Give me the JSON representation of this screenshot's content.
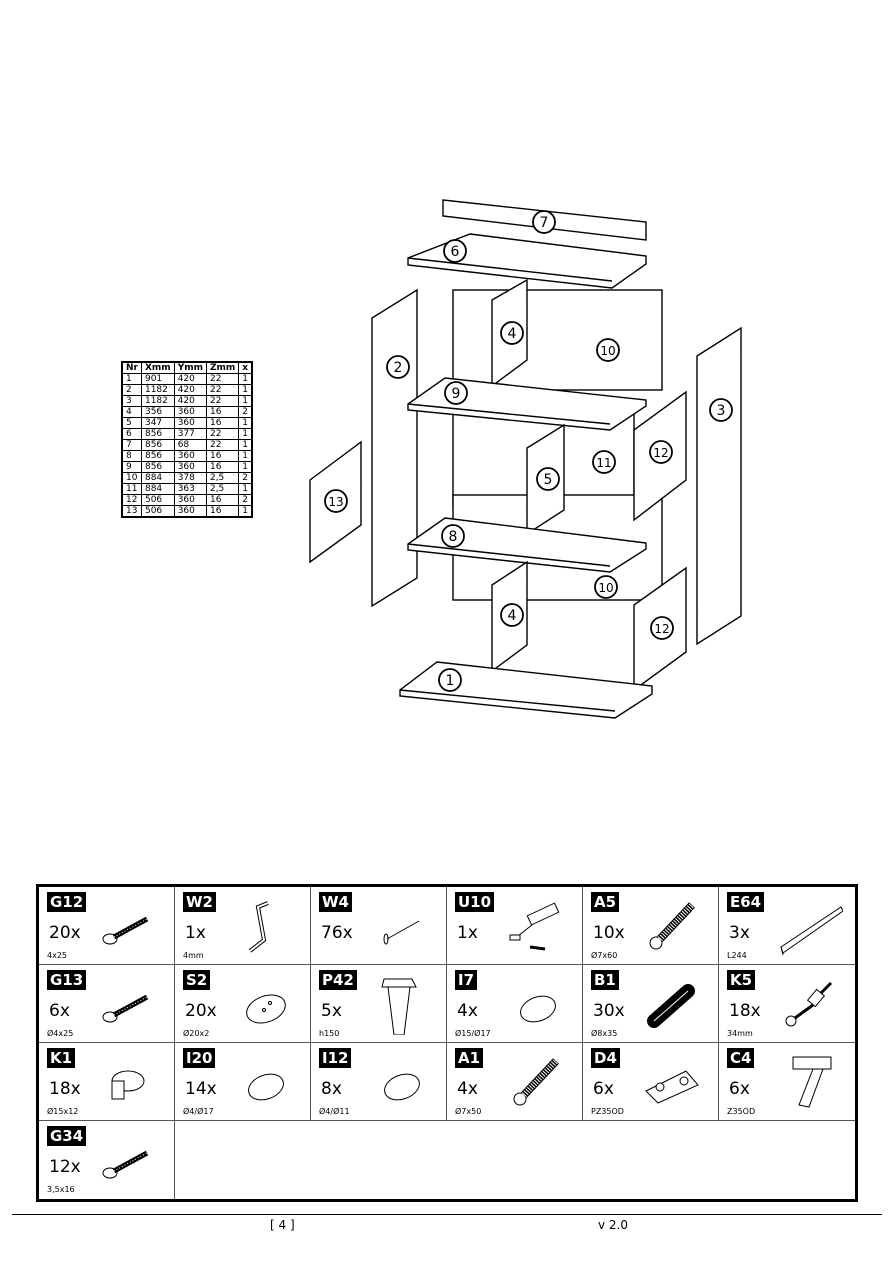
{
  "drawing": {
    "labels": [
      "7",
      "6",
      "4",
      "10",
      "2",
      "3",
      "9",
      "12",
      "11",
      "5",
      "13",
      "8",
      "10",
      "4",
      "12",
      "1"
    ]
  },
  "parts_table": {
    "headers": [
      "Nr",
      "Xmm",
      "Ymm",
      "Zmm",
      "x"
    ],
    "rows": [
      [
        "1",
        "901",
        "420",
        "22",
        "1"
      ],
      [
        "2",
        "1182",
        "420",
        "22",
        "1"
      ],
      [
        "3",
        "1182",
        "420",
        "22",
        "1"
      ],
      [
        "4",
        "356",
        "360",
        "16",
        "2"
      ],
      [
        "5",
        "347",
        "360",
        "16",
        "1"
      ],
      [
        "6",
        "856",
        "377",
        "22",
        "1"
      ],
      [
        "7",
        "856",
        "68",
        "22",
        "1"
      ],
      [
        "8",
        "856",
        "360",
        "16",
        "1"
      ],
      [
        "9",
        "856",
        "360",
        "16",
        "1"
      ],
      [
        "10",
        "884",
        "378",
        "2,5",
        "2"
      ],
      [
        "11",
        "884",
        "363",
        "2,5",
        "1"
      ],
      [
        "12",
        "506",
        "360",
        "16",
        "2"
      ],
      [
        "13",
        "506",
        "360",
        "16",
        "1"
      ]
    ]
  },
  "hardware": [
    {
      "code": "G12",
      "qty": "20x",
      "spec": "4x25",
      "icon": "screw-icon"
    },
    {
      "code": "W2",
      "qty": "1x",
      "spec": "4mm",
      "icon": "hex-key-icon"
    },
    {
      "code": "W4",
      "qty": "76x",
      "spec": "",
      "icon": "nail-icon"
    },
    {
      "code": "U10",
      "qty": "1x",
      "spec": "",
      "icon": "anchor-icon"
    },
    {
      "code": "A5",
      "qty": "10x",
      "spec": "Ø7x60",
      "icon": "confirmat-icon"
    },
    {
      "code": "E64",
      "qty": "3x",
      "spec": "L244",
      "icon": "rail-icon"
    },
    {
      "code": "G13",
      "qty": "6x",
      "spec": "Ø4x25",
      "icon": "screw-icon"
    },
    {
      "code": "S2",
      "qty": "20x",
      "spec": "Ø20x2",
      "icon": "washer-icon"
    },
    {
      "code": "P42",
      "qty": "5x",
      "spec": "h150",
      "icon": "leg-icon"
    },
    {
      "code": "I7",
      "qty": "4x",
      "spec": "Ø15/Ø17",
      "icon": "cap-icon"
    },
    {
      "code": "B1",
      "qty": "30x",
      "spec": "Ø8x35",
      "icon": "dowel-icon"
    },
    {
      "code": "K5",
      "qty": "18x",
      "spec": "34mm",
      "icon": "cam-bolt-icon"
    },
    {
      "code": "K1",
      "qty": "18x",
      "spec": "Ø15x12",
      "icon": "cam-lock-icon"
    },
    {
      "code": "I20",
      "qty": "14x",
      "spec": "Ø4/Ø17",
      "icon": "cap-icon"
    },
    {
      "code": "I12",
      "qty": "8x",
      "spec": "Ø4/Ø11",
      "icon": "cap-icon"
    },
    {
      "code": "A1",
      "qty": "4x",
      "spec": "Ø7x50",
      "icon": "confirmat-icon"
    },
    {
      "code": "D4",
      "qty": "6x",
      "spec": "PZ35OD",
      "icon": "hinge-plate-icon"
    },
    {
      "code": "C4",
      "qty": "6x",
      "spec": "Z35OD",
      "icon": "hinge-icon"
    },
    {
      "code": "G34",
      "qty": "12x",
      "spec": "3,5x16",
      "icon": "screw-icon"
    }
  ],
  "footer": {
    "page": "[ 4 ]",
    "version": "v 2.0"
  }
}
